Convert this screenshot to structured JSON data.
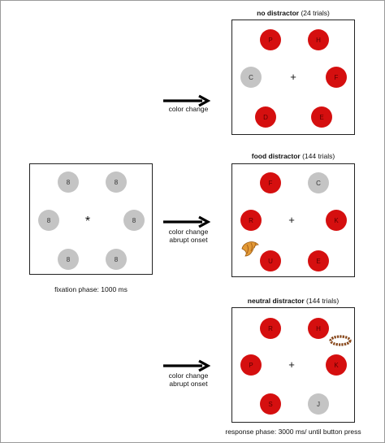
{
  "panels": {
    "fixation": {
      "caption": "fixation phase: 1000 ms",
      "center": "*",
      "stimuli": [
        {
          "letter": "8",
          "color": "grey"
        },
        {
          "letter": "8",
          "color": "grey"
        },
        {
          "letter": "8",
          "color": "grey"
        },
        {
          "letter": "8",
          "color": "grey"
        },
        {
          "letter": "8",
          "color": "grey"
        },
        {
          "letter": "8",
          "color": "grey"
        }
      ]
    },
    "no_distractor": {
      "title_bold": "no distractor",
      "title_rest": " (24 trials)",
      "center": "+",
      "stimuli": [
        {
          "letter": "P",
          "color": "red"
        },
        {
          "letter": "H",
          "color": "red"
        },
        {
          "letter": "C",
          "color": "grey"
        },
        {
          "letter": "F",
          "color": "red"
        },
        {
          "letter": "D",
          "color": "red"
        },
        {
          "letter": "E",
          "color": "red"
        }
      ]
    },
    "food_distractor": {
      "title_bold": "food distractor",
      "title_rest": " (144 trials)",
      "center": "+",
      "distractor": "croissant",
      "stimuli": [
        {
          "letter": "F",
          "color": "red"
        },
        {
          "letter": "C",
          "color": "grey"
        },
        {
          "letter": "R",
          "color": "red"
        },
        {
          "letter": "K",
          "color": "red"
        },
        {
          "letter": "U",
          "color": "red"
        },
        {
          "letter": "E",
          "color": "red"
        }
      ]
    },
    "neutral_distractor": {
      "title_bold": "neutral distractor",
      "title_rest": " (144 trials)",
      "center": "+",
      "distractor": "bead bracelet",
      "caption": "response phase: 3000 ms/ until button press",
      "stimuli": [
        {
          "letter": "R",
          "color": "red"
        },
        {
          "letter": "H",
          "color": "red"
        },
        {
          "letter": "P",
          "color": "red"
        },
        {
          "letter": "K",
          "color": "red"
        },
        {
          "letter": "S",
          "color": "red"
        },
        {
          "letter": "J",
          "color": "grey"
        }
      ]
    }
  },
  "arrows": {
    "top": {
      "line1": "color change",
      "line2": ""
    },
    "middle": {
      "line1": "color change",
      "line2": "abrupt onset"
    },
    "bottom": {
      "line1": "color change",
      "line2": "abrupt onset"
    }
  },
  "colors": {
    "red": "#d50f0f",
    "grey": "#c4c4c4"
  }
}
